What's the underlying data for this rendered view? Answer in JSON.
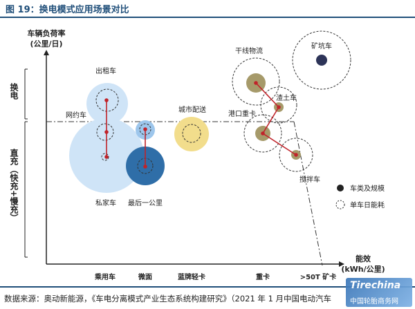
{
  "title": "图 19：换电模式应用场景对比",
  "y_axis": {
    "label_line1": "车辆负荷率",
    "label_line2": "(公里/日)",
    "zone_top": "换电",
    "zone_bottom": "直充（快充+慢充）"
  },
  "x_axis": {
    "label_line1": "能效",
    "label_line2": "(kWh/公里)",
    "categories": [
      "乘用车",
      "微面",
      "蓝牌轻卡",
      "重卡",
      ">50T 矿卡"
    ]
  },
  "bubble_labels": {
    "taxi": "出租车",
    "ride_hailing": "网约车",
    "private_car": "私家车",
    "last_mile": "最后一公里",
    "city_delivery": "城市配送",
    "trunk_logistics": "干线物流",
    "mining_truck": "矿坑车",
    "muck_truck": "渣土车",
    "port_truck": "港口重卡",
    "mixer_truck": "搅拌车"
  },
  "legend": {
    "dot": "车类及规模",
    "dashed": "单车日能耗"
  },
  "source": "数据来源：奥动新能源，《车电分离模式产业生态系统构建研究》（2021 年 1 月中国电动汽车",
  "watermark": {
    "logo": "Tirechina",
    "text": "中国轮胎商务网"
  },
  "colors": {
    "title": "#1f4e79",
    "light_blue": "#cfe4f7",
    "mid_blue": "#9dc6ec",
    "dark_blue": "#2f6ea8",
    "yellow": "#f2dd8c",
    "olive": "#a69a6a",
    "navy": "#2d3458",
    "red_line": "#c0232a"
  }
}
